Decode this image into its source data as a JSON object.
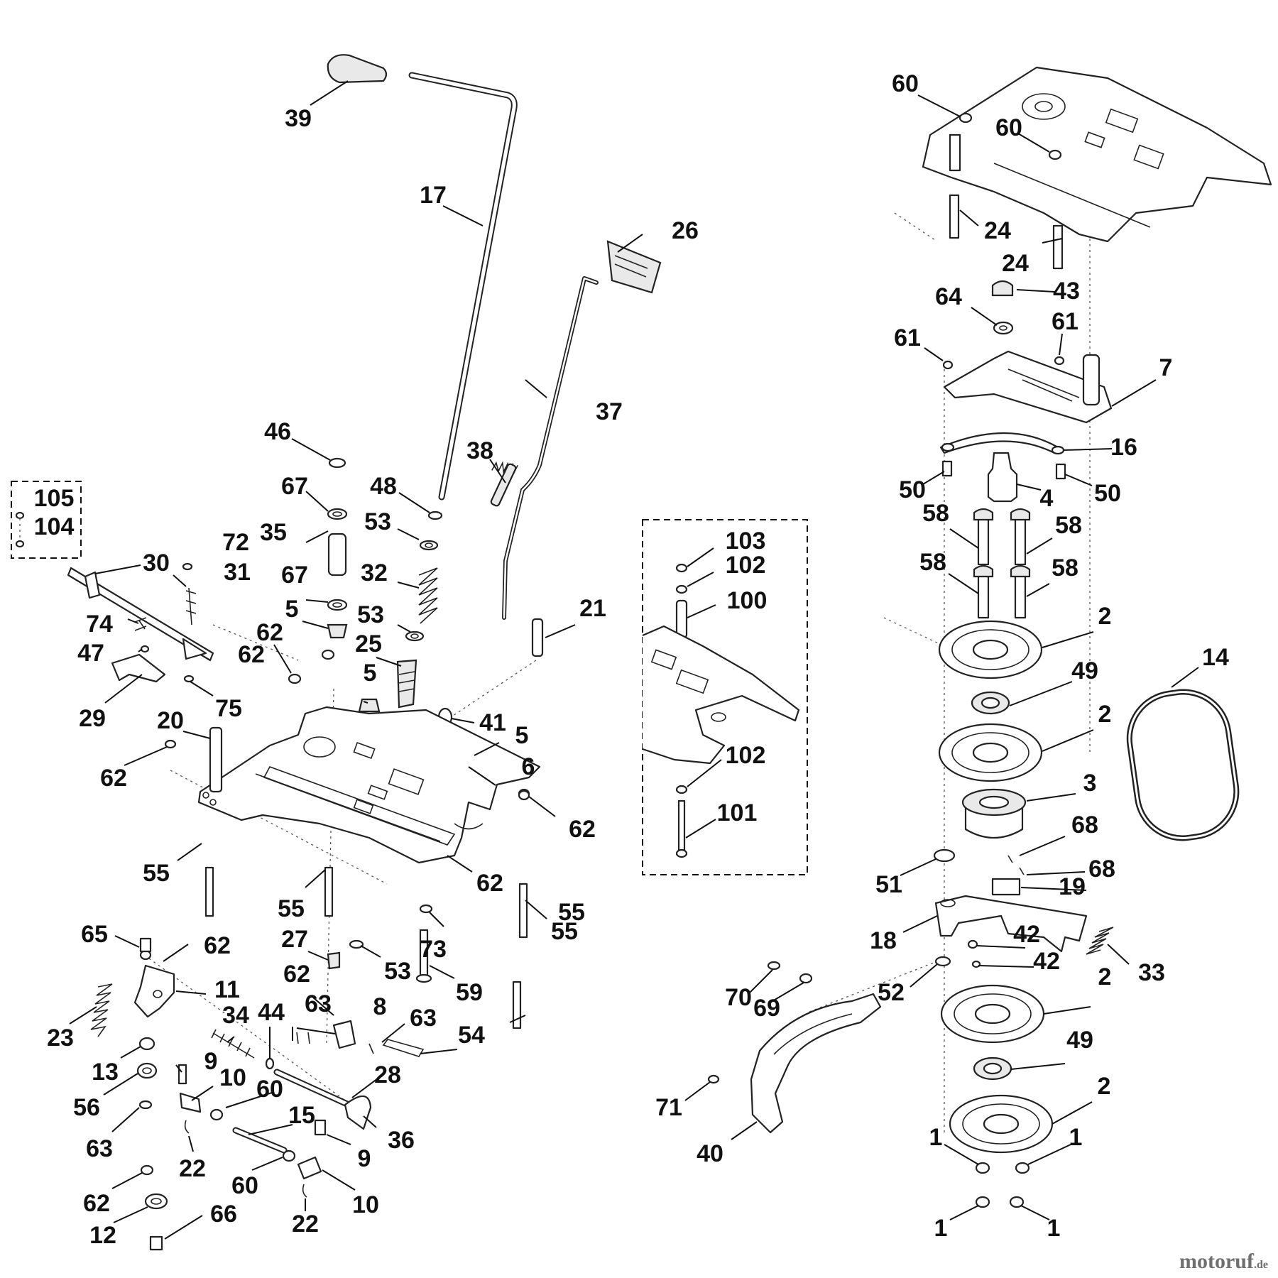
{
  "figure": {
    "callouts": [
      {
        "label": "39"
      },
      {
        "label": "17"
      },
      {
        "label": "26"
      },
      {
        "label": "37"
      },
      {
        "label": "38"
      },
      {
        "label": "46"
      },
      {
        "label": "67"
      },
      {
        "label": "48"
      },
      {
        "label": "35"
      },
      {
        "label": "53"
      },
      {
        "label": "67"
      },
      {
        "label": "32"
      },
      {
        "label": "5"
      },
      {
        "label": "53"
      },
      {
        "label": "25"
      },
      {
        "label": "62"
      },
      {
        "label": "62"
      },
      {
        "label": "5"
      },
      {
        "label": "21"
      },
      {
        "label": "41"
      },
      {
        "label": "5"
      },
      {
        "label": "6"
      },
      {
        "label": "62"
      },
      {
        "label": "105"
      },
      {
        "label": "104"
      },
      {
        "label": "30"
      },
      {
        "label": "72"
      },
      {
        "label": "31"
      },
      {
        "label": "74"
      },
      {
        "label": "47"
      },
      {
        "label": "29"
      },
      {
        "label": "75"
      },
      {
        "label": "20"
      },
      {
        "label": "62"
      },
      {
        "label": "55"
      },
      {
        "label": "55"
      },
      {
        "label": "62"
      },
      {
        "label": "55"
      },
      {
        "label": "73"
      },
      {
        "label": "65"
      },
      {
        "label": "62"
      },
      {
        "label": "27"
      },
      {
        "label": "53"
      },
      {
        "label": "59"
      },
      {
        "label": "55"
      },
      {
        "label": "11"
      },
      {
        "label": "23"
      },
      {
        "label": "34"
      },
      {
        "label": "44"
      },
      {
        "label": "62"
      },
      {
        "label": "63"
      },
      {
        "label": "8"
      },
      {
        "label": "63"
      },
      {
        "label": "54"
      },
      {
        "label": "13"
      },
      {
        "label": "9"
      },
      {
        "label": "10"
      },
      {
        "label": "60"
      },
      {
        "label": "28"
      },
      {
        "label": "56"
      },
      {
        "label": "36"
      },
      {
        "label": "15"
      },
      {
        "label": "63"
      },
      {
        "label": "22"
      },
      {
        "label": "9"
      },
      {
        "label": "60"
      },
      {
        "label": "62"
      },
      {
        "label": "10"
      },
      {
        "label": "12"
      },
      {
        "label": "66"
      },
      {
        "label": "22"
      },
      {
        "label": "103"
      },
      {
        "label": "102"
      },
      {
        "label": "100"
      },
      {
        "label": "102"
      },
      {
        "label": "101"
      },
      {
        "label": "60"
      },
      {
        "label": "60"
      },
      {
        "label": "24"
      },
      {
        "label": "24"
      },
      {
        "label": "64"
      },
      {
        "label": "43"
      },
      {
        "label": "61"
      },
      {
        "label": "61"
      },
      {
        "label": "7"
      },
      {
        "label": "16"
      },
      {
        "label": "50"
      },
      {
        "label": "4"
      },
      {
        "label": "50"
      },
      {
        "label": "58"
      },
      {
        "label": "58"
      },
      {
        "label": "58"
      },
      {
        "label": "58"
      },
      {
        "label": "2"
      },
      {
        "label": "14"
      },
      {
        "label": "49"
      },
      {
        "label": "2"
      },
      {
        "label": "3"
      },
      {
        "label": "68"
      },
      {
        "label": "68"
      },
      {
        "label": "51"
      },
      {
        "label": "19"
      },
      {
        "label": "18"
      },
      {
        "label": "42"
      },
      {
        "label": "42"
      },
      {
        "label": "33"
      },
      {
        "label": "52"
      },
      {
        "label": "2"
      },
      {
        "label": "70"
      },
      {
        "label": "69"
      },
      {
        "label": "49"
      },
      {
        "label": "71"
      },
      {
        "label": "2"
      },
      {
        "label": "40"
      },
      {
        "label": "1"
      },
      {
        "label": "1"
      },
      {
        "label": "1"
      },
      {
        "label": "1"
      }
    ]
  },
  "watermark": {
    "brand": "motoruf",
    "suffix": ".de"
  }
}
